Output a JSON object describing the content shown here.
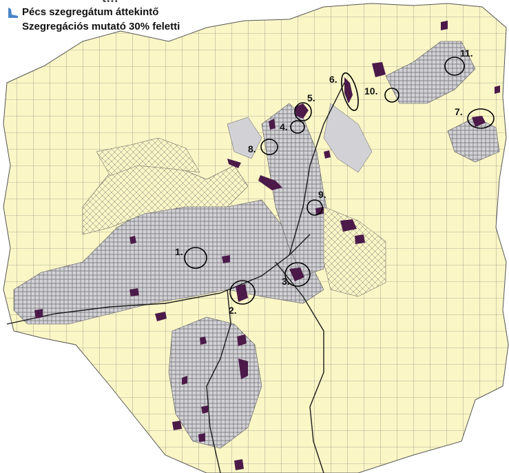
{
  "map": {
    "cropped_header_text": "t…",
    "legend": {
      "title": "Pécs szegregátum áttekintő",
      "subtitle": "Szegregációs mutató 30% feletti"
    },
    "colors": {
      "background": "#ffffff",
      "land": "#fbf6c6",
      "grid": "#5e5e5e",
      "built": "#cfcfd3",
      "segregate": "#4b1a49",
      "marker": "#000000",
      "legend_icon": "#4a86c8"
    },
    "markers": [
      {
        "label": "1."
      },
      {
        "label": "2."
      },
      {
        "label": "3."
      },
      {
        "label": "4."
      },
      {
        "label": "5."
      },
      {
        "label": "6."
      },
      {
        "label": "7."
      },
      {
        "label": "8."
      },
      {
        "label": "9."
      },
      {
        "label": "10."
      },
      {
        "label": "11."
      }
    ]
  }
}
